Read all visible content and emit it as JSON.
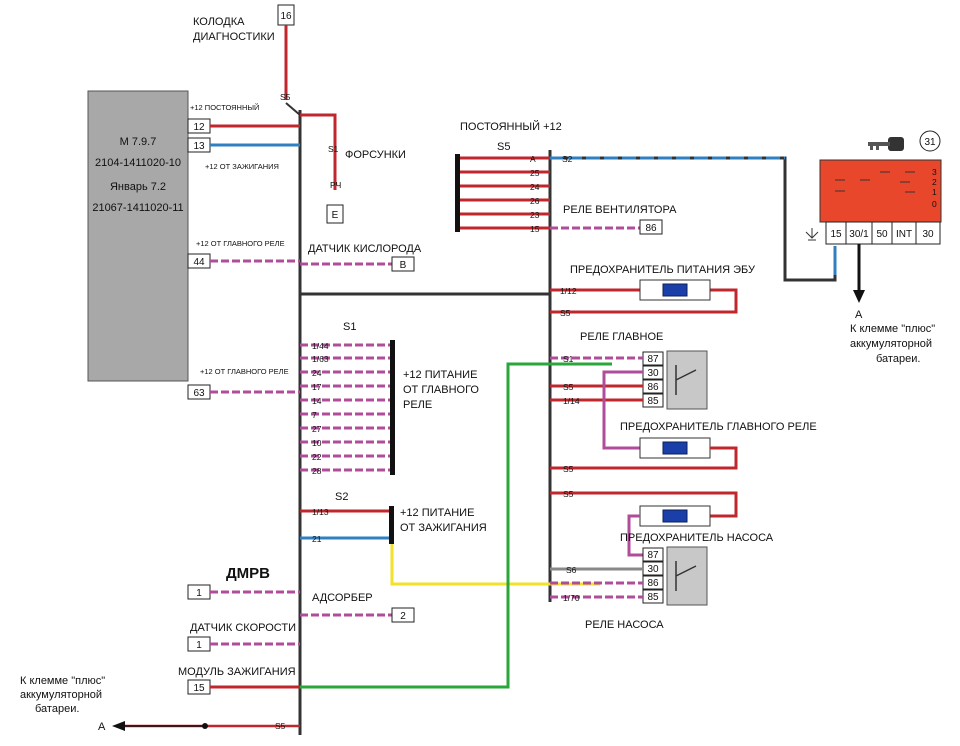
{
  "ecu": {
    "line1": "M 7.9.7",
    "line2": "2104-1411020-10",
    "line3": "Январь 7.2",
    "line4": "21067-1411020-11",
    "pins": [
      "12",
      "13",
      "44",
      "63"
    ],
    "pin_notes": [
      "+12 ПОСТОЯННЫЙ",
      "+12 ОТ ЗАЖИГАНИЯ",
      "+12 ОТ ГЛАВНОГО РЕЛЕ",
      "+12 ОТ ГЛАВНОГО РЕЛЕ"
    ]
  },
  "diag": {
    "label1": "КОЛОДКА",
    "label2": "ДИАГНОСТИКИ",
    "pin": "16"
  },
  "injectors": {
    "label": "ФОРСУНКИ",
    "pin": "Е",
    "wire": "РЧ",
    "splice": "S1"
  },
  "o2": {
    "label": "ДАТЧИК КИСЛОРОДА",
    "pin": "В"
  },
  "dmrv": {
    "label": "ДМРВ",
    "pin": "1"
  },
  "adsorber": {
    "label": "АДСОРБЕР",
    "pin": "2"
  },
  "speed": {
    "label": "ДАТЧИК СКОРОСТИ",
    "pin": "1"
  },
  "ign_module": {
    "label": "МОДУЛЬ ЗАЖИГАНИЯ",
    "pin": "15"
  },
  "battery_left": {
    "line1": "К клемме \"плюс\"",
    "line2": "аккумуляторной",
    "line3": "батареи.",
    "arrow": "А"
  },
  "battery_right": {
    "line1": "К клемме \"плюс\"",
    "line2": "аккумуляторной",
    "line3": "батареи.",
    "arrow": "А"
  },
  "s1_group": {
    "title": "S1",
    "pins": [
      "1/44",
      "1/63",
      "24",
      "17",
      "14",
      "7",
      "27",
      "10",
      "22",
      "28"
    ],
    "note1": "+12 ПИТАНИЕ",
    "note2": "ОТ ГЛАВНОГО",
    "note3": "РЕЛЕ"
  },
  "s2_group": {
    "title": "S2",
    "pins": [
      "1/13",
      "21"
    ],
    "note1": "+12 ПИТАНИЕ",
    "note2": "ОТ ЗАЖИГАНИЯ"
  },
  "s5_group": {
    "title": "S5",
    "header": "ПОСТОЯННЫЙ +12",
    "pins": [
      "А",
      "25",
      "24",
      "26",
      "23",
      "15"
    ]
  },
  "fan_relay": {
    "label": "РЕЛЕ ВЕНТИЛЯТОРА",
    "pin": "86"
  },
  "ecu_fuse": {
    "label": "ПРЕДОХРАНИТЕЛЬ ПИТАНИЯ ЭБУ",
    "pins": [
      "1/12",
      "S5"
    ]
  },
  "main_relay": {
    "label": "РЕЛЕ ГЛАВНОЕ",
    "pins": [
      "87",
      "30",
      "86",
      "85"
    ],
    "left": [
      "S1",
      "",
      "S5",
      "1/14"
    ]
  },
  "main_fuse": {
    "label": "ПРЕДОХРАНИТЕЛЬ ГЛАВНОГО РЕЛЕ",
    "pin": "S5"
  },
  "pump_fuse": {
    "label": "ПРЕДОХРАНИТЕЛЬ НАСОСА",
    "pin": "S5"
  },
  "pump_relay": {
    "label": "РЕЛЕ НАСОСА",
    "pins": [
      "87",
      "30",
      "86",
      "85"
    ],
    "left": [
      "",
      "S6",
      "",
      "1/70"
    ]
  },
  "ign_switch": {
    "number": "31",
    "terminals": [
      "15",
      "30/1",
      "50",
      "INT",
      "30"
    ],
    "positions": [
      "3",
      "2",
      "1",
      "0"
    ]
  },
  "splices": {
    "s5_bottom": "S5",
    "s5_top": "S5"
  },
  "colors": {
    "red": "#c0272d",
    "black": "#333333",
    "blue": "#2f7fc1",
    "pink": "#b04d9a",
    "green": "#2aa63a",
    "yellow": "#f3e22a",
    "gray_ecu": "#a8a8a8",
    "switch_red": "#e8472b"
  }
}
